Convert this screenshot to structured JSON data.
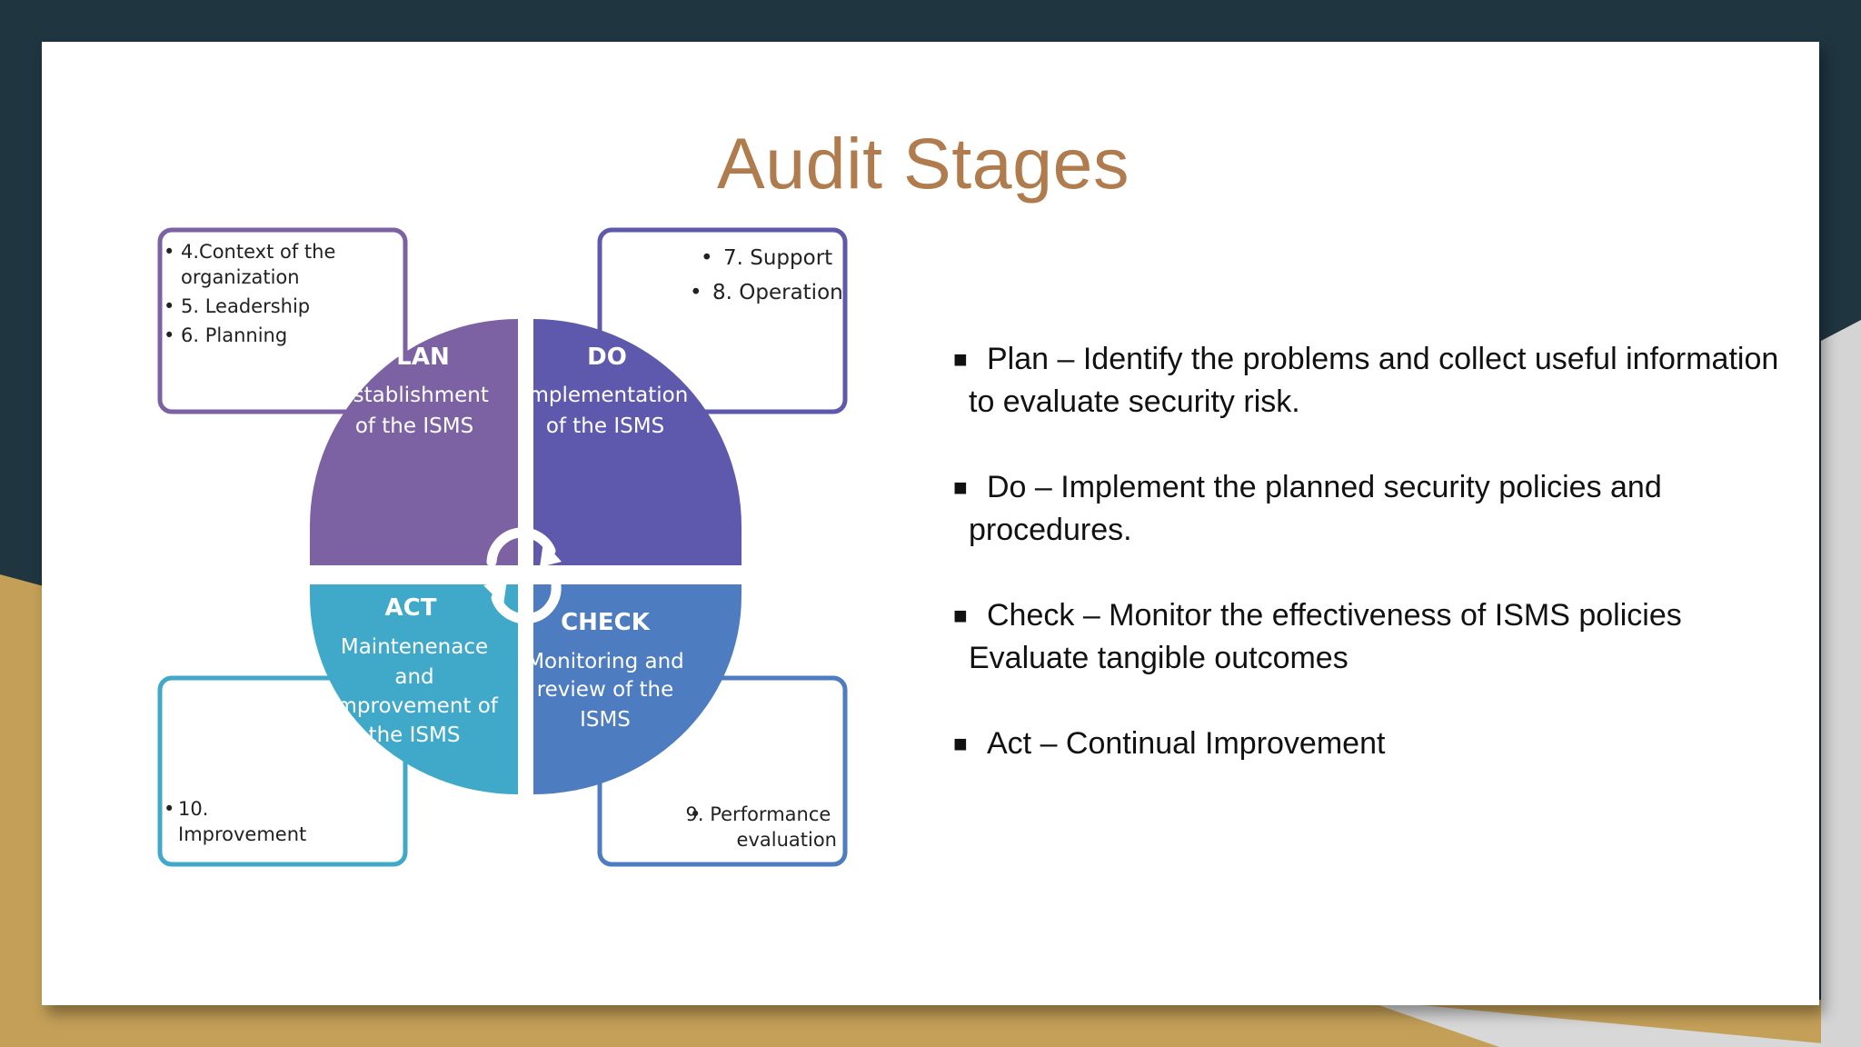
{
  "slide": {
    "title": "Audit Stages"
  },
  "diagram": {
    "quadrants": [
      {
        "key": "plan",
        "heading": "PLAN",
        "lines": [
          "Establishment",
          "of the ISMS"
        ],
        "color": "#7d62a3"
      },
      {
        "key": "do",
        "heading": "DO",
        "lines": [
          "Implementation",
          "of the ISMS"
        ],
        "color": "#5f59ad"
      },
      {
        "key": "act",
        "heading": "ACT",
        "lines": [
          "Maintenenace",
          "and",
          "improvement of",
          "the ISMS"
        ],
        "color": "#40a9c9"
      },
      {
        "key": "check",
        "heading": "CHECK",
        "lines": [
          "Monitoring and",
          "review of the",
          "ISMS"
        ],
        "color": "#4e7cc0"
      }
    ],
    "boxes": {
      "plan": {
        "items": [
          [
            "4.Context of the",
            "organization"
          ],
          [
            "5. Leadership"
          ],
          [
            "6. Planning"
          ]
        ],
        "border": "#7d62a3"
      },
      "do": {
        "items": [
          [
            "7. Support"
          ],
          [
            "8. Operation"
          ]
        ],
        "border": "#5f59ad"
      },
      "act": {
        "items": [
          [
            "10.",
            "Improvement"
          ]
        ],
        "border": "#40a9c9"
      },
      "check": {
        "items": [
          [
            "9. Performance",
            "evaluation"
          ]
        ],
        "border": "#4e7cc0"
      }
    }
  },
  "bullets": [
    {
      "text": "Plan – Identify the problems and collect useful information to evaluate security risk."
    },
    {
      "text": "Do – Implement the planned security policies and procedures."
    },
    {
      "text": "Check – Monitor the effectiveness of ISMS policies Evaluate tangible outcomes"
    },
    {
      "text": "Act – Continual Improvement"
    }
  ],
  "bullet_marker": "■",
  "colors": {
    "background_dark": "#1f3540",
    "background_gold": "#c39f58",
    "title": "#b07c4e"
  }
}
